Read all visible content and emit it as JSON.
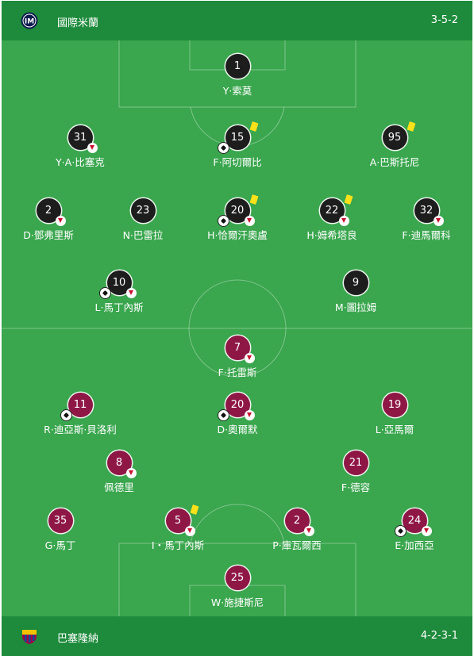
{
  "home": {
    "name": "國際米蘭",
    "formation": "3-5-2",
    "players": [
      {
        "number": "1",
        "name": "Y·索莫",
        "sub": false,
        "card": false,
        "goal": false
      },
      {
        "number": "31",
        "name": "Y·A·比塞克",
        "sub": true,
        "card": false,
        "goal": false
      },
      {
        "number": "15",
        "name": "F·阿切爾比",
        "sub": false,
        "card": true,
        "goal": true
      },
      {
        "number": "95",
        "name": "A·巴斯托尼",
        "sub": false,
        "card": true,
        "goal": false
      },
      {
        "number": "2",
        "name": "D·鄧弗里斯",
        "sub": true,
        "card": false,
        "goal": false
      },
      {
        "number": "23",
        "name": "N·巴雷拉",
        "sub": false,
        "card": false,
        "goal": false
      },
      {
        "number": "20",
        "name": "H·恰爾汗奧盧",
        "sub": true,
        "card": true,
        "goal": true
      },
      {
        "number": "22",
        "name": "H·姆希塔良",
        "sub": true,
        "card": true,
        "goal": false
      },
      {
        "number": "32",
        "name": "F·迪馬爾科",
        "sub": true,
        "card": false,
        "goal": false
      },
      {
        "number": "10",
        "name": "L·馬丁內斯",
        "sub": true,
        "card": false,
        "goal": true
      },
      {
        "number": "9",
        "name": "M·圖拉姆",
        "sub": false,
        "card": false,
        "goal": false
      }
    ]
  },
  "away": {
    "name": "巴塞隆納",
    "formation": "4-2-3-1",
    "players": [
      {
        "number": "7",
        "name": "F·托雷斯",
        "sub": true,
        "card": false,
        "goal": false
      },
      {
        "number": "11",
        "name": "R·迪亞斯·貝洛利",
        "sub": false,
        "card": false,
        "goal": true
      },
      {
        "number": "20",
        "name": "D·奧爾默",
        "sub": true,
        "card": false,
        "goal": true
      },
      {
        "number": "19",
        "name": "L·亞馬爾",
        "sub": false,
        "card": false,
        "goal": false
      },
      {
        "number": "8",
        "name": "佩德里",
        "sub": true,
        "card": false,
        "goal": false
      },
      {
        "number": "21",
        "name": "F·德容",
        "sub": false,
        "card": false,
        "goal": false
      },
      {
        "number": "35",
        "name": "G·馬丁",
        "sub": false,
        "card": false,
        "goal": false
      },
      {
        "number": "5",
        "name": "I・馬丁內斯",
        "sub": true,
        "card": true,
        "goal": false
      },
      {
        "number": "2",
        "name": "P·庫瓦爾西",
        "sub": true,
        "card": false,
        "goal": false
      },
      {
        "number": "24",
        "name": "E·加西亞",
        "sub": true,
        "card": false,
        "goal": true
      },
      {
        "number": "25",
        "name": "W·施捷斯尼",
        "sub": false,
        "card": false,
        "goal": false
      }
    ]
  },
  "icons": {
    "home_logo": "inter-crest-icon",
    "away_logo": "barcelona-crest-icon",
    "sub": "substitution-arrow-icon",
    "card": "yellow-card-icon",
    "goal": "soccer-ball-icon"
  },
  "colors": {
    "pitch": "#3aa64e",
    "bar": "#1e8b3c",
    "home_disc": "#1d1d1d",
    "away_disc": "#8e1746",
    "card": "#ffe11a"
  }
}
